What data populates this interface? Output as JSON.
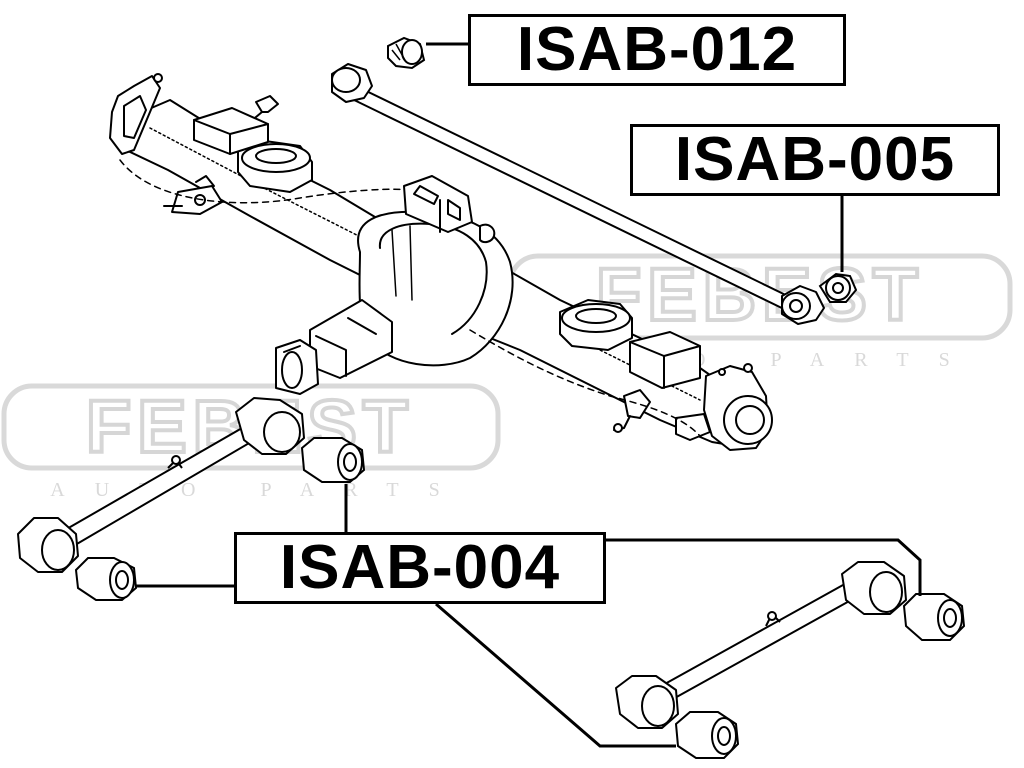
{
  "labels": {
    "isab_012": "ISAB-012",
    "isab_005": "ISAB-005",
    "isab_004": "ISAB-004"
  },
  "watermark": {
    "brand": "FEBEST",
    "tagline": "AUTO PARTS"
  },
  "colors": {
    "line": "#000000",
    "watermark": "#d9d9d9",
    "background": "#ffffff"
  }
}
